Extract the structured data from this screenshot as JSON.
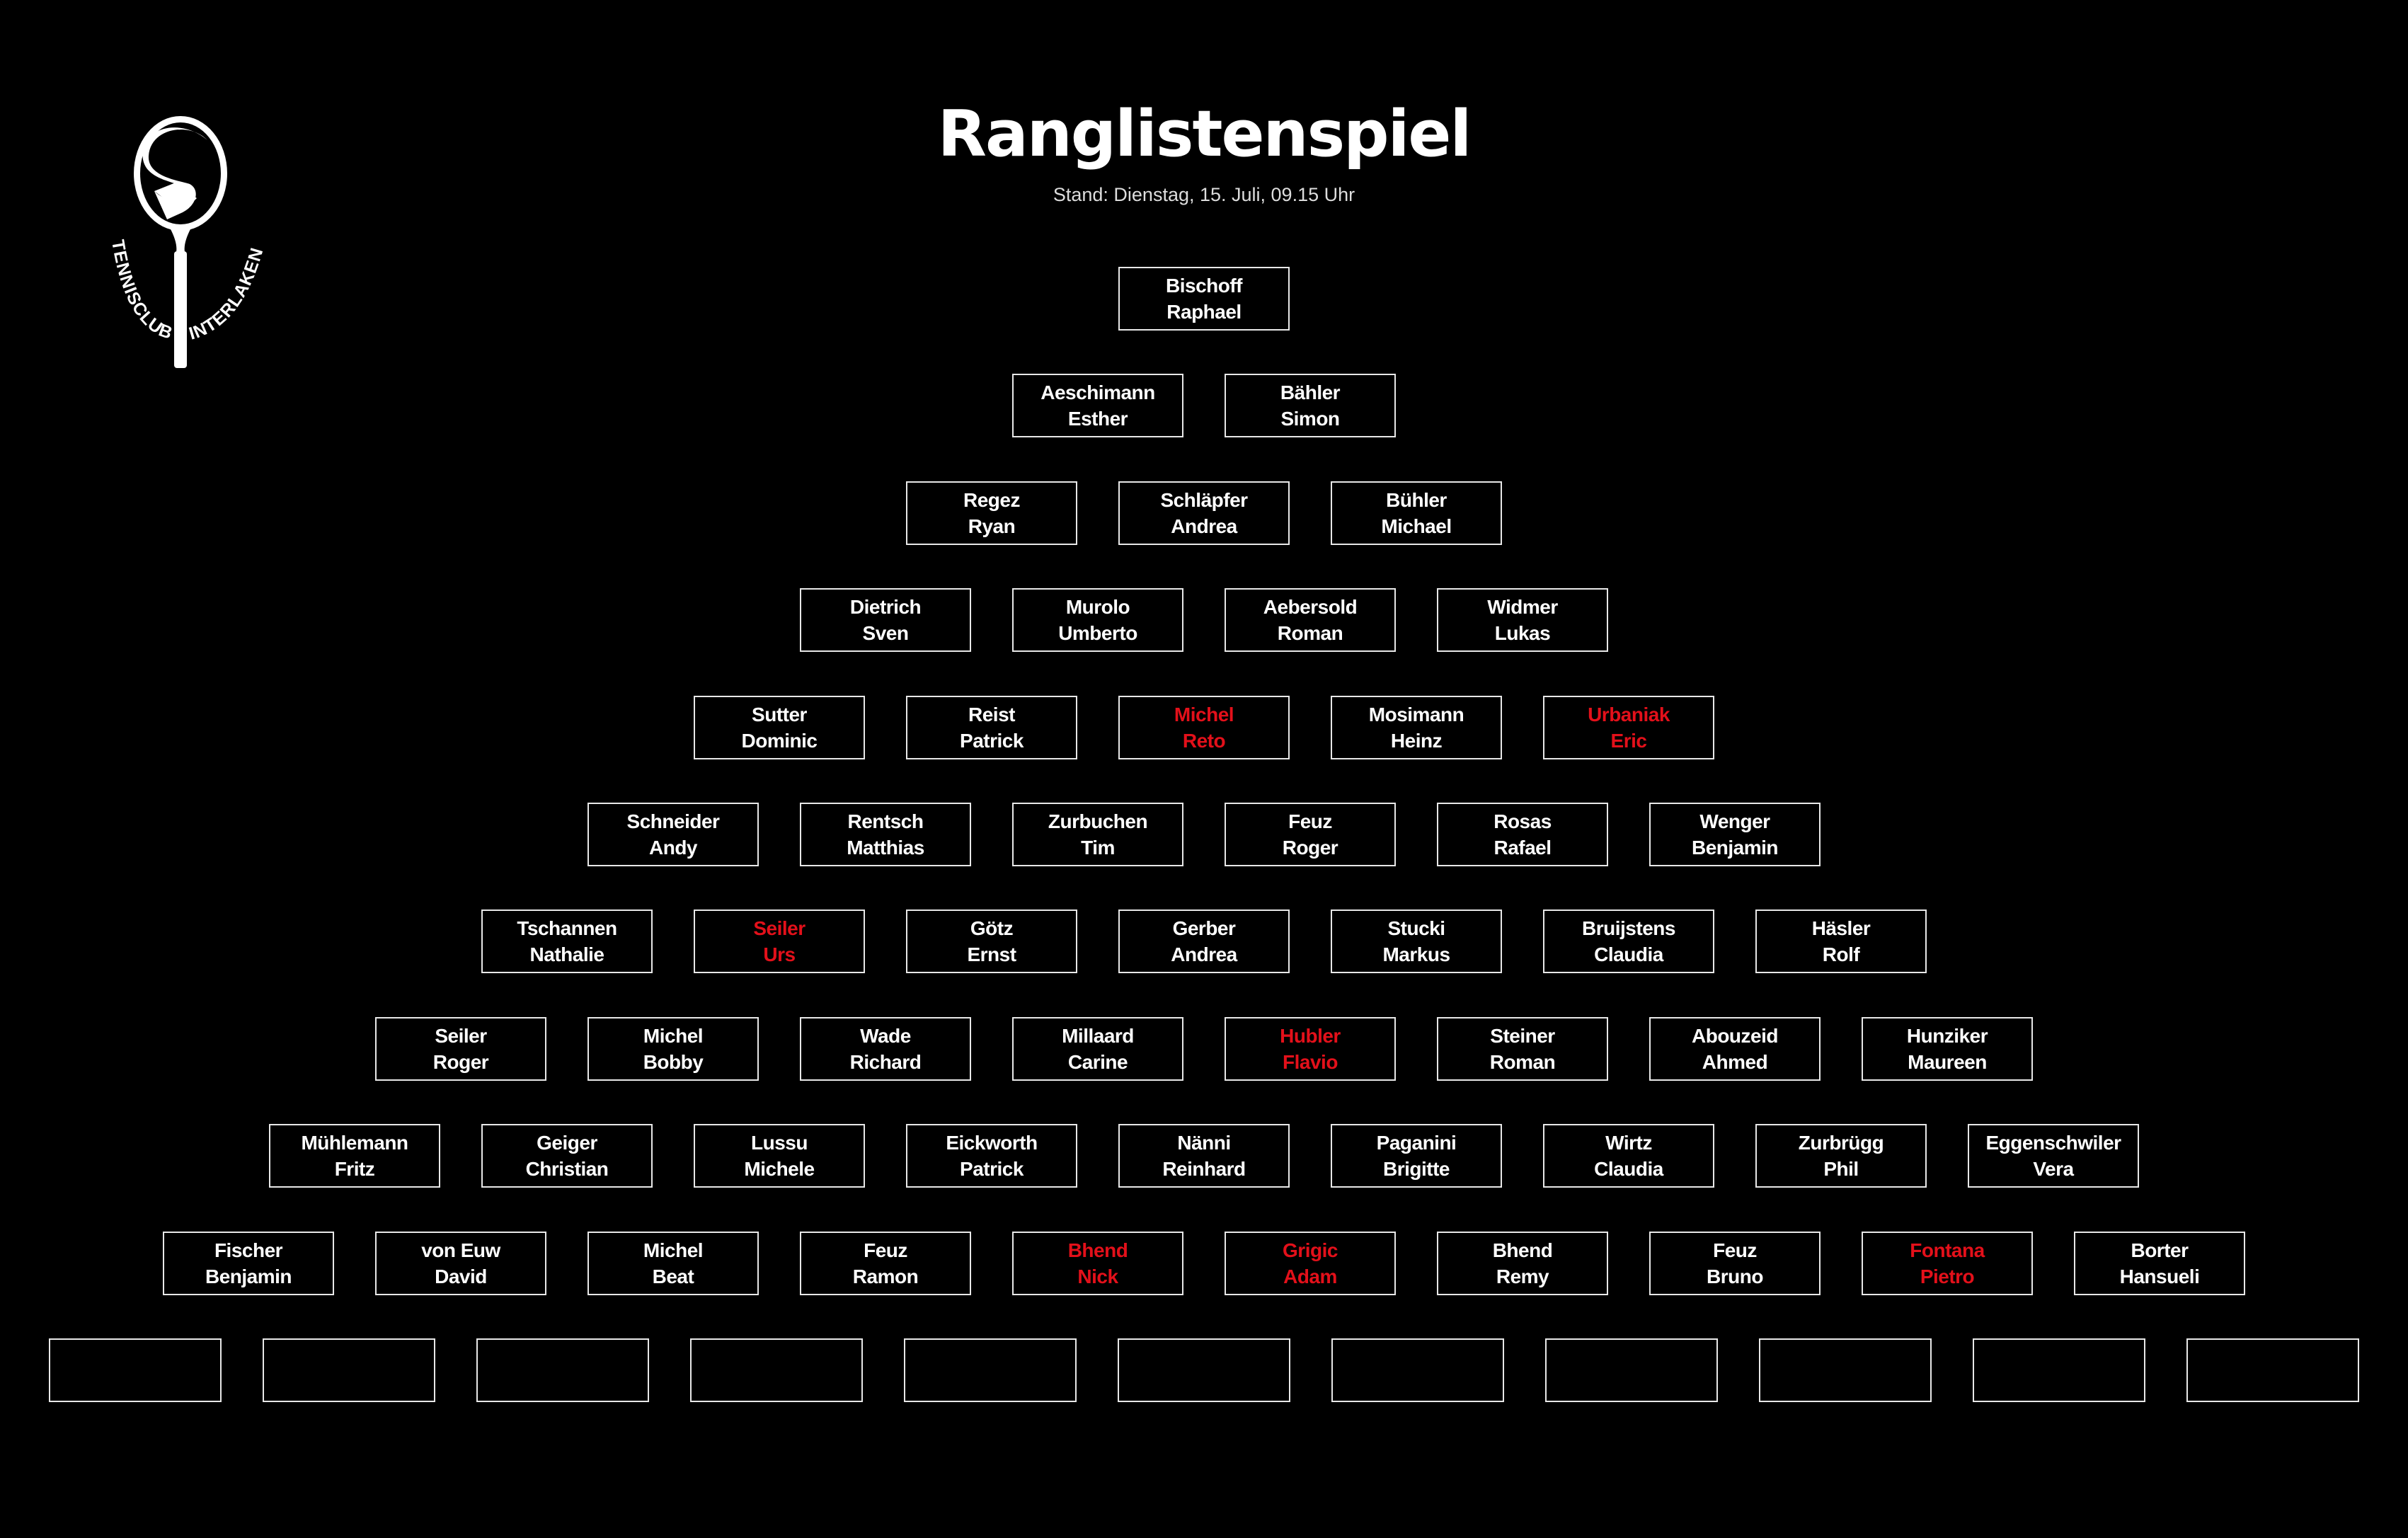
{
  "header": {
    "title": "Ranglistenspiel",
    "subtitle": "Stand: Dienstag, 15. Juli, 09.15  Uhr"
  },
  "logo": {
    "left_text": "TENNISCLUB",
    "right_text": "INTERLAKEN",
    "icon": "tennis-racket-logo-icon"
  },
  "colors": {
    "background": "#000000",
    "text": "#ffffff",
    "border": "#e8e8e8",
    "challenge": "#e3101a"
  },
  "rows": [
    [
      {
        "last": "Bischoff",
        "first": "Raphael",
        "challenge": false
      }
    ],
    [
      {
        "last": "Aeschimann",
        "first": "Esther",
        "challenge": false
      },
      {
        "last": "Bähler",
        "first": "Simon",
        "challenge": false
      }
    ],
    [
      {
        "last": "Regez",
        "first": "Ryan",
        "challenge": false
      },
      {
        "last": "Schläpfer",
        "first": "Andrea",
        "challenge": false
      },
      {
        "last": "Bühler",
        "first": "Michael",
        "challenge": false
      }
    ],
    [
      {
        "last": "Dietrich",
        "first": "Sven",
        "challenge": false
      },
      {
        "last": "Murolo",
        "first": "Umberto",
        "challenge": false
      },
      {
        "last": "Aebersold",
        "first": "Roman",
        "challenge": false
      },
      {
        "last": "Widmer",
        "first": "Lukas",
        "challenge": false
      }
    ],
    [
      {
        "last": "Sutter",
        "first": "Dominic",
        "challenge": false
      },
      {
        "last": "Reist",
        "first": "Patrick",
        "challenge": false
      },
      {
        "last": "Michel",
        "first": "Reto",
        "challenge": true
      },
      {
        "last": "Mosimann",
        "first": "Heinz",
        "challenge": false
      },
      {
        "last": "Urbaniak",
        "first": "Eric",
        "challenge": true
      }
    ],
    [
      {
        "last": "Schneider",
        "first": "Andy",
        "challenge": false
      },
      {
        "last": "Rentsch",
        "first": "Matthias",
        "challenge": false
      },
      {
        "last": "Zurbuchen",
        "first": "Tim",
        "challenge": false
      },
      {
        "last": "Feuz",
        "first": "Roger",
        "challenge": false
      },
      {
        "last": "Rosas",
        "first": "Rafael",
        "challenge": false
      },
      {
        "last": "Wenger",
        "first": "Benjamin",
        "challenge": false
      }
    ],
    [
      {
        "last": "Tschannen",
        "first": "Nathalie",
        "challenge": false
      },
      {
        "last": "Seiler",
        "first": "Urs",
        "challenge": true
      },
      {
        "last": "Götz",
        "first": "Ernst",
        "challenge": false
      },
      {
        "last": "Gerber",
        "first": "Andrea",
        "challenge": false
      },
      {
        "last": "Stucki",
        "first": "Markus",
        "challenge": false
      },
      {
        "last": "Bruijstens",
        "first": "Claudia",
        "challenge": false
      },
      {
        "last": "Häsler",
        "first": "Rolf",
        "challenge": false
      }
    ],
    [
      {
        "last": "Seiler",
        "first": "Roger",
        "challenge": false
      },
      {
        "last": "Michel",
        "first": "Bobby",
        "challenge": false
      },
      {
        "last": "Wade",
        "first": "Richard",
        "challenge": false
      },
      {
        "last": "Millaard",
        "first": "Carine",
        "challenge": false
      },
      {
        "last": "Hubler",
        "first": "Flavio",
        "challenge": true
      },
      {
        "last": "Steiner",
        "first": "Roman",
        "challenge": false
      },
      {
        "last": "Abouzeid",
        "first": "Ahmed",
        "challenge": false
      },
      {
        "last": "Hunziker",
        "first": "Maureen",
        "challenge": false
      }
    ],
    [
      {
        "last": "Mühlemann",
        "first": "Fritz",
        "challenge": false
      },
      {
        "last": "Geiger",
        "first": "Christian",
        "challenge": false
      },
      {
        "last": "Lussu",
        "first": "Michele",
        "challenge": false
      },
      {
        "last": "Eickworth",
        "first": "Patrick",
        "challenge": false
      },
      {
        "last": "Nänni",
        "first": "Reinhard",
        "challenge": false
      },
      {
        "last": "Paganini",
        "first": "Brigitte",
        "challenge": false
      },
      {
        "last": "Wirtz",
        "first": "Claudia",
        "challenge": false
      },
      {
        "last": "Zurbrügg",
        "first": "Phil",
        "challenge": false
      },
      {
        "last": "Eggenschwiler",
        "first": "Vera",
        "challenge": false
      }
    ],
    [
      {
        "last": "Fischer",
        "first": "Benjamin",
        "challenge": false
      },
      {
        "last": "von Euw",
        "first": "David",
        "challenge": false
      },
      {
        "last": "Michel",
        "first": "Beat",
        "challenge": false
      },
      {
        "last": "Feuz",
        "first": "Ramon",
        "challenge": false
      },
      {
        "last": "Bhend",
        "first": "Nick",
        "challenge": true
      },
      {
        "last": "Grigic",
        "first": "Adam",
        "challenge": true
      },
      {
        "last": "Bhend",
        "first": "Remy",
        "challenge": false
      },
      {
        "last": "Feuz",
        "first": "Bruno",
        "challenge": false
      },
      {
        "last": "Fontana",
        "first": "Pietro",
        "challenge": true
      },
      {
        "last": "Borter",
        "first": "Hansueli",
        "challenge": false
      }
    ],
    [
      {
        "last": "",
        "first": "",
        "challenge": false
      },
      {
        "last": "",
        "first": "",
        "challenge": false
      },
      {
        "last": "",
        "first": "",
        "challenge": false
      },
      {
        "last": "",
        "first": "",
        "challenge": false
      },
      {
        "last": "",
        "first": "",
        "challenge": false
      },
      {
        "last": "",
        "first": "",
        "challenge": false
      },
      {
        "last": "",
        "first": "",
        "challenge": false
      },
      {
        "last": "",
        "first": "",
        "challenge": false
      },
      {
        "last": "",
        "first": "",
        "challenge": false
      },
      {
        "last": "",
        "first": "",
        "challenge": false
      },
      {
        "last": "",
        "first": "",
        "challenge": false
      }
    ]
  ]
}
